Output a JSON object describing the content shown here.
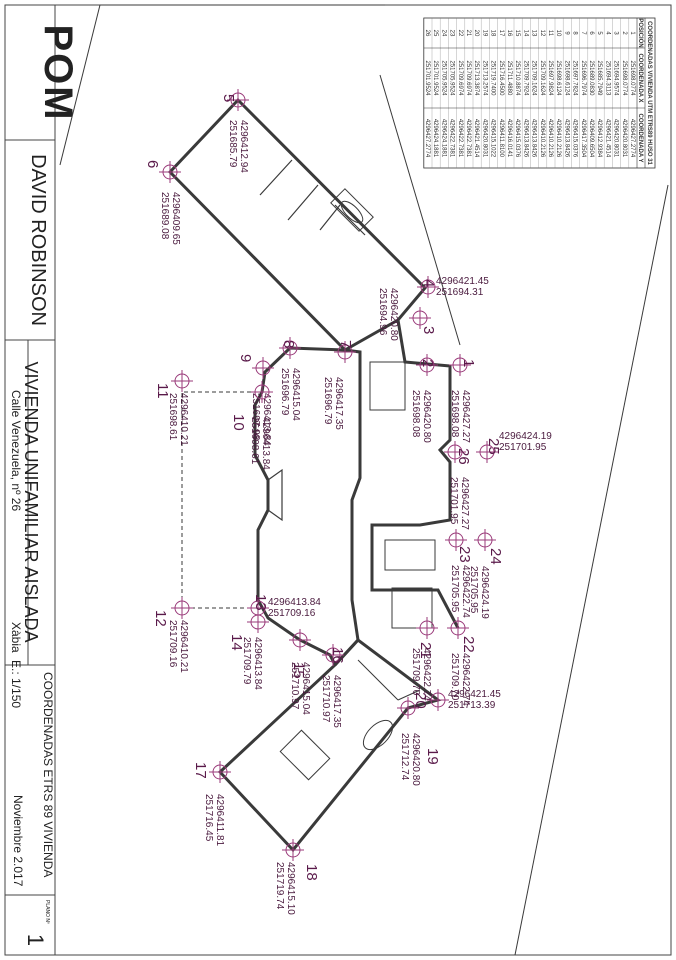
{
  "title_block": {
    "logo": "POM",
    "client": "DAVID ROBINSON",
    "project": "VIVIENDA UNIFAMILIAR AISLADA",
    "address": "Calle Venezuela, nº 26",
    "town": "Xàbia",
    "scale": "E.: 1/150",
    "drawing_title": "COORDENADAS ETRS 89 VIVIENDA",
    "date": "Noviembre 2.017",
    "sheet_label": "PLANO Nº",
    "sheet_number": "1"
  },
  "table": {
    "title": "COORDENADAS VIVIENDA UTM ETRS89 HUSO 31",
    "headers": [
      "POSICIÓN",
      "COORDENADA X",
      "COORDENADA Y"
    ],
    "rows": [
      [
        "1",
        "251698.0774",
        "4296427.2774"
      ],
      [
        "2",
        "251698.0774",
        "4296420.8031"
      ],
      [
        "3",
        "251694.9574",
        "4296420.8031"
      ],
      [
        "4",
        "251694.3113",
        "4296421.4514"
      ],
      [
        "5",
        "251685.7949",
        "4296412.9384"
      ],
      [
        "6",
        "251689.0830",
        "4296409.6504"
      ],
      [
        "7",
        "251696.7974",
        "4296417.3504"
      ],
      [
        "8",
        "251697.7824",
        "4296415.0376"
      ],
      [
        "9",
        "251698.6124",
        "4296413.8426"
      ],
      [
        "10",
        "251698.6124",
        "4296410.2126"
      ],
      [
        "11",
        "251697.9824",
        "4296410.2126"
      ],
      [
        "12",
        "251709.1624",
        "4296410.2126"
      ],
      [
        "13",
        "251709.1624",
        "4296413.8426"
      ],
      [
        "14",
        "251709.7924",
        "4296413.8426"
      ],
      [
        "15",
        "251710.8874",
        "4296415.0376"
      ],
      [
        "16",
        "251711.4880",
        "4296416.0141"
      ],
      [
        "17",
        "251716.4500",
        "4296411.8100"
      ],
      [
        "18",
        "251719.7400",
        "4296415.1022"
      ],
      [
        "19",
        "251713.2574",
        "4296420.8031"
      ],
      [
        "20",
        "251713.3874",
        "4296421.4514"
      ],
      [
        "21",
        "251709.6974",
        "4296422.7381"
      ],
      [
        "22",
        "251709.6974",
        "4296422.7381"
      ],
      [
        "23",
        "251705.9524",
        "4296422.7381"
      ],
      [
        "24",
        "251705.9524",
        "4296424.1881"
      ],
      [
        "25",
        "251701.9524",
        "4296424.1881"
      ],
      [
        "26",
        "251701.9524",
        "4296427.2774"
      ]
    ]
  },
  "markers": [
    {
      "n": "1",
      "x": "251698.08",
      "y": "4296427.27"
    },
    {
      "n": "2",
      "x": "251698.08",
      "y": "4296420.80"
    },
    {
      "n": "3",
      "x": "251694.96",
      "y": "4296420.80"
    },
    {
      "n": "4",
      "x": "251694.31",
      "y": "4296421.45"
    },
    {
      "n": "5",
      "x": "251685.79",
      "y": "4296412.94"
    },
    {
      "n": "6",
      "x": "251689.08",
      "y": "4296409.65"
    },
    {
      "n": "7",
      "x": "251696.79",
      "y": "4296417.35"
    },
    {
      "n": "8",
      "x": "251696.79",
      "y": "4296415.04"
    },
    {
      "n": "9",
      "x": "251697.98",
      "y": "4296413.84"
    },
    {
      "n": "10",
      "x": "251698.61",
      "y": "4296413.84"
    },
    {
      "n": "11",
      "x": "251698.61",
      "y": "4296410.21"
    },
    {
      "n": "12",
      "x": "251709.16",
      "y": "4296410.21"
    },
    {
      "n": "13",
      "x": "251709.16",
      "y": "4296413.84"
    },
    {
      "n": "14",
      "x": "251709.79",
      "y": "4296413.84"
    },
    {
      "n": "15",
      "x": "251710.97",
      "y": "4296415.04"
    },
    {
      "n": "16",
      "x": "251710.97",
      "y": "4296417.35"
    },
    {
      "n": "17",
      "x": "251716.45",
      "y": "4296411.81"
    },
    {
      "n": "18",
      "x": "251719.74",
      "y": "4296415.10"
    },
    {
      "n": "19",
      "x": "251712.74",
      "y": "4296420.80"
    },
    {
      "n": "20",
      "x": "251713.39",
      "y": "4296421.45"
    },
    {
      "n": "21",
      "x": "251709.70",
      "y": "4296422.74"
    },
    {
      "n": "22",
      "x": "251709.70",
      "y": "4296422.74"
    },
    {
      "n": "23",
      "x": "251705.95",
      "y": "4296422.74"
    },
    {
      "n": "24",
      "x": "251705.95",
      "y": "4296424.19"
    },
    {
      "n": "25",
      "x": "251701.95",
      "y": "4296424.19"
    },
    {
      "n": "26",
      "x": "251701.95",
      "y": "4296427.27"
    }
  ]
}
